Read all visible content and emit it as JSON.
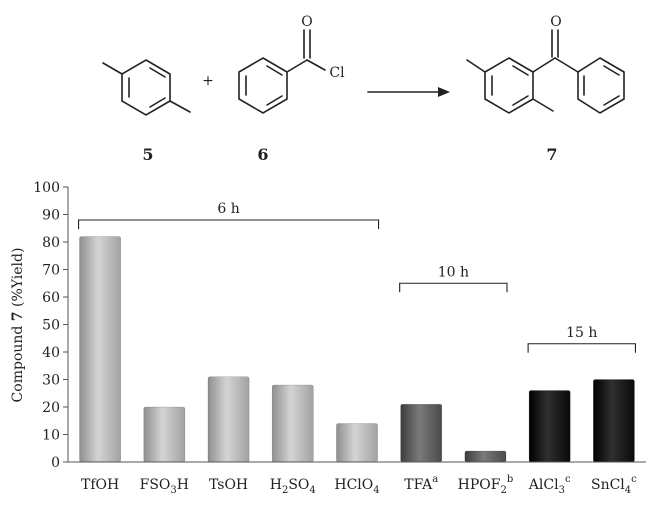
{
  "scheme": {
    "compounds": [
      {
        "id": "toluene-dimethyl",
        "label": "5"
      },
      {
        "id": "benzoyl-chloride",
        "label": "6",
        "atoms": {
          "oxygen": "O",
          "chlorine": "Cl"
        }
      },
      {
        "id": "product",
        "label": "7",
        "atoms": {
          "oxygen": "O"
        }
      }
    ],
    "plus": "+"
  },
  "chart_data": {
    "type": "bar",
    "ylabel_prefix": "Compound ",
    "ylabel_bold": "7",
    "ylabel_suffix": " (%Yield)",
    "ylim": [
      0,
      100
    ],
    "yticks": [
      0,
      10,
      20,
      30,
      40,
      50,
      60,
      70,
      80,
      90,
      100
    ],
    "grid": false,
    "categories": [
      {
        "base": "TfOH",
        "sub": "",
        "rest": "",
        "sup": ""
      },
      {
        "base": "FSO",
        "sub": "3",
        "rest": "H",
        "sup": ""
      },
      {
        "base": "TsOH",
        "sub": "",
        "rest": "",
        "sup": ""
      },
      {
        "base": "H",
        "sub": "2",
        "rest": "SO",
        "sub2": "4",
        "sup": ""
      },
      {
        "base": "HClO",
        "sub": "4",
        "rest": "",
        "sup": ""
      },
      {
        "base": "TFA",
        "sub": "",
        "rest": "",
        "sup": "a"
      },
      {
        "base": "HPOF",
        "sub": "2",
        "rest": "",
        "sup": "b"
      },
      {
        "base": "AlCl",
        "sub": "3",
        "rest": "",
        "sup": "c"
      },
      {
        "base": "SnCl",
        "sub": "4",
        "rest": "",
        "sup": "c"
      }
    ],
    "values": [
      82,
      20,
      31,
      28,
      14,
      21,
      4,
      26,
      30
    ],
    "groups": [
      {
        "label": "6 h",
        "from": 0,
        "to": 4,
        "level": 88,
        "color": "#b5b5b5"
      },
      {
        "label": "10 h",
        "from": 5,
        "to": 6,
        "level": 65,
        "color": "#626262"
      },
      {
        "label": "15 h",
        "from": 7,
        "to": 8,
        "level": 43,
        "color": "#1b1b1b"
      }
    ]
  }
}
